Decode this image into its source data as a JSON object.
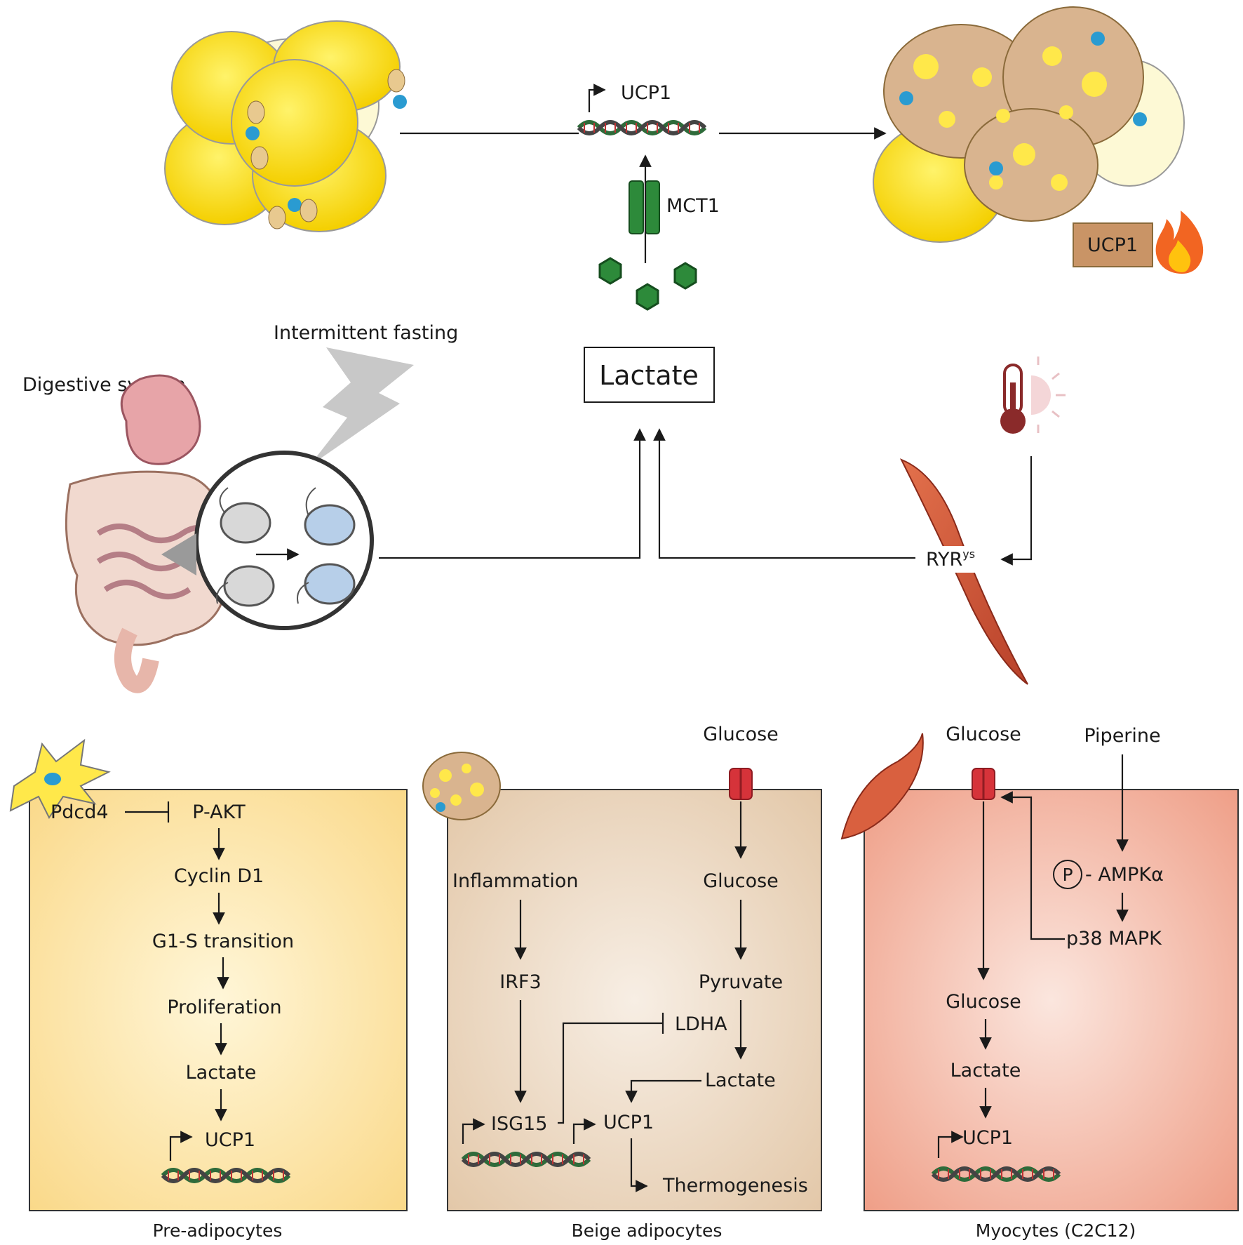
{
  "top": {
    "gene_label": "UCP1",
    "transporter_label": "MCT1",
    "ucp1_badge": "UCP1",
    "fasting_label": "Intermittent  fasting",
    "digestive_label": "Digestive system",
    "lactate_box": "Lactate",
    "ryr_label": "RYR",
    "ryr_sup": "ys"
  },
  "panels": {
    "pre": {
      "caption": "Pre-adipocytes",
      "inhibitor": "Pdcd4",
      "steps": [
        "P-AKT",
        "Cyclin D1",
        "G1-S transition",
        "Proliferation",
        "Lactate",
        "UCP1"
      ]
    },
    "beige": {
      "caption": "Beige adipocytes",
      "glucose_outside": "Glucose",
      "glucose_inside": "Glucose",
      "pyruvate": "Pyruvate",
      "ldha": "LDHA",
      "lactate": "Lactate",
      "inflammation": "Inflammation",
      "irf3": "IRF3",
      "isg15": "ISG15",
      "ucp1": "UCP1",
      "thermogenesis": "Thermogenesis"
    },
    "myo": {
      "caption": "Myocytes (C2C12)",
      "glucose_outside": "Glucose",
      "piperine": "Piperine",
      "phospho": "P",
      "ampk": "- AMPKα",
      "p38": "p38 MAPK",
      "glucose_inside": "Glucose",
      "lactate": "Lactate",
      "ucp1": "UCP1"
    }
  },
  "colors": {
    "fat_yellow": "#ffe600",
    "beige_cell": "#d9b48f",
    "mct_green": "#2d8a3a",
    "glut_red": "#d6333a",
    "muscle": "#d9603f",
    "panel_pre": "#fbe7a3",
    "panel_beige": "#eedcc8",
    "panel_myo": "#f5c3b3"
  }
}
